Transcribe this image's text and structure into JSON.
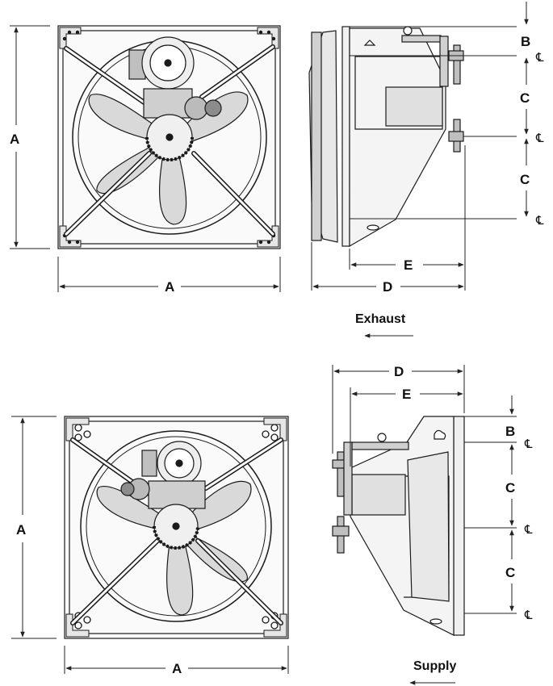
{
  "labels": {
    "a": "A",
    "b": "B",
    "c": "C",
    "d": "D",
    "e": "E",
    "centerline": "℄"
  },
  "captions": {
    "exhaust": "Exhaust",
    "supply": "Supply"
  },
  "colors": {
    "line": "#1a1a1a",
    "fill_light": "#f2f2f2",
    "fill_mid": "#d9d9d9",
    "fill_dark": "#8c8c8c"
  }
}
